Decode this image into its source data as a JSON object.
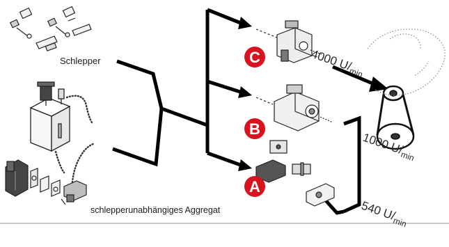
{
  "labels": {
    "schlepper": "Schlepper",
    "aggregat": "schlepperunabhängiges Aggregat"
  },
  "badges": [
    {
      "letter": "C"
    },
    {
      "letter": "B"
    },
    {
      "letter": "A"
    }
  ],
  "rpm": [
    {
      "value": "4000 U/",
      "unit": "min"
    },
    {
      "value": "1000 U/",
      "unit": "min"
    },
    {
      "value": "540 U/",
      "unit": "min"
    }
  ],
  "colors": {
    "badge_red": "#d7131f",
    "line": "#000000",
    "divider": "#9a9a9a"
  },
  "icons": {
    "tractor_parts": "hydraulic-fittings-icon",
    "tank": "hydraulic-tank-icon",
    "aggregate_pump": "gear-pump-icon",
    "drive_c": "high-speed-pump-icon",
    "drive_b": "pto-gearbox-icon",
    "drive_a": "direct-pump-icon",
    "belt": "belt-drive-icon"
  }
}
